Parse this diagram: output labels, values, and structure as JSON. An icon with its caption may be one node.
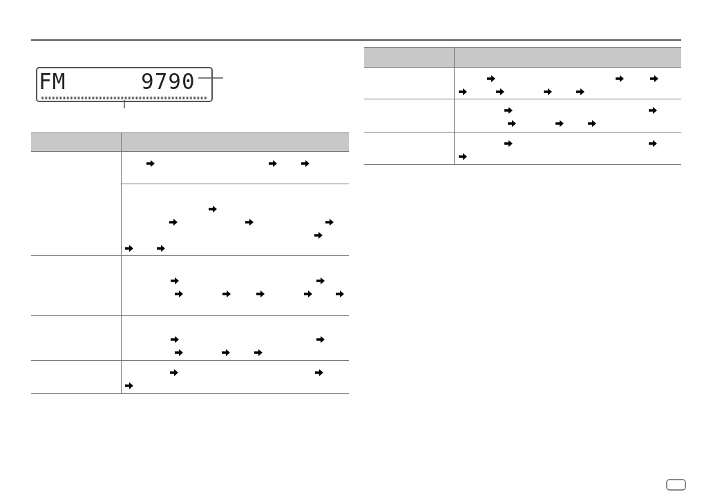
{
  "diagram": {
    "nodes": [
      {
        "text": [
          "9790"
        ]
      },
      {
        "text": [],
        "shape": "bar"
      }
    ],
    "edges": [
      {
        "from": 0,
        "to": null,
        "arrow": "none"
      },
      {
        "from": 1,
        "to": null,
        "arrow": "none"
      }
    ],
    "labels": [
      "FM"
    ]
  }
}
